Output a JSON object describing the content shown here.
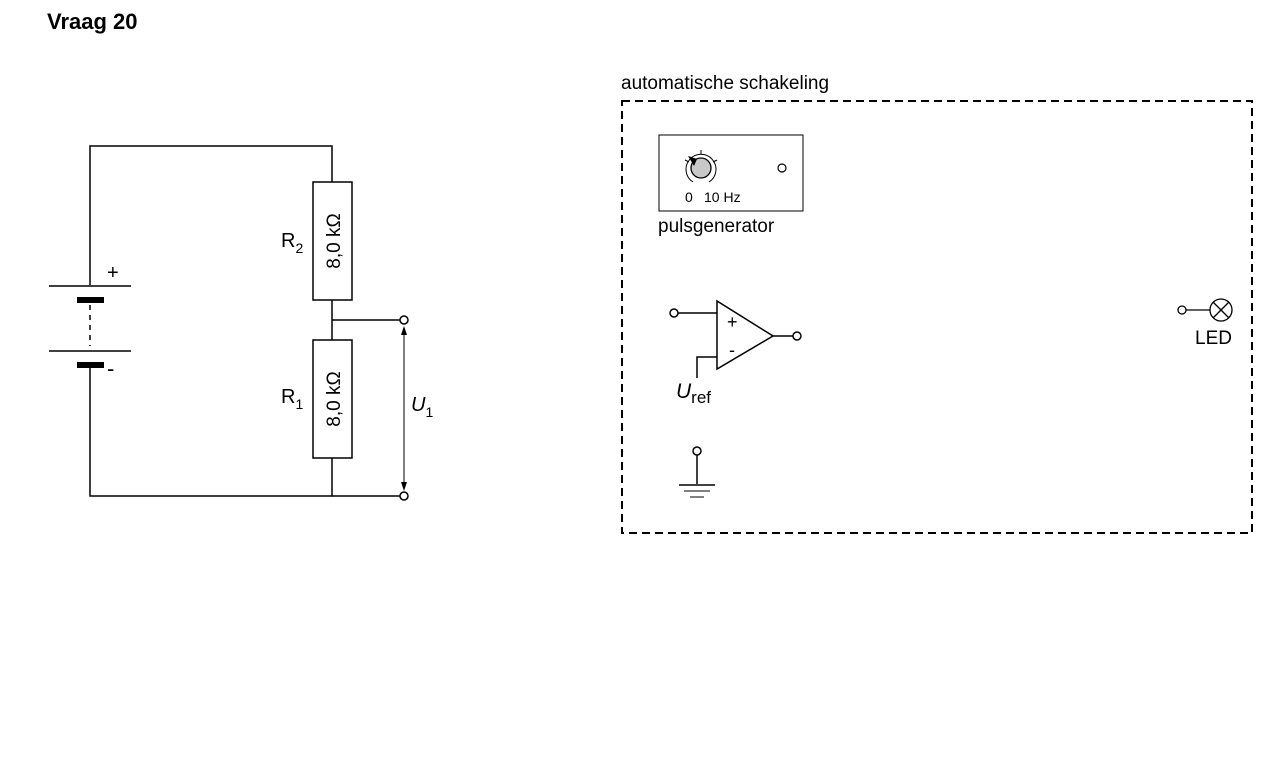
{
  "question": {
    "title": "Vraag 20"
  },
  "circuit": {
    "battery": {
      "plus": "+",
      "minus": "-"
    },
    "r2": {
      "label": "R",
      "sub": "2",
      "value": "8,0 kΩ"
    },
    "r1": {
      "label": "R",
      "sub": "1",
      "value": "8,0 kΩ"
    },
    "u1": {
      "label": "U",
      "sub": "1"
    }
  },
  "automatic": {
    "title": "automatische schakeling",
    "pulse": {
      "label": "pulsgenerator",
      "min": "0",
      "max": "10 Hz"
    },
    "opamp": {
      "plus": "+",
      "minus": "-",
      "uref": "U",
      "uref_sub": "ref"
    },
    "led": {
      "label": "LED"
    }
  }
}
